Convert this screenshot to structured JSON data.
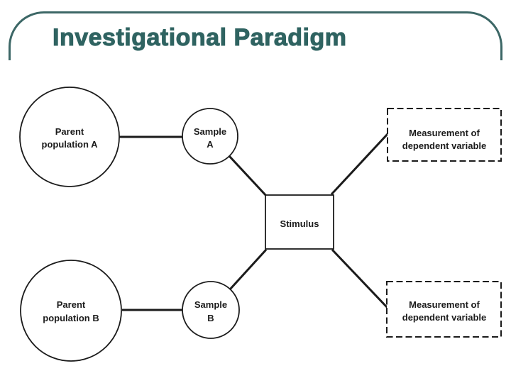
{
  "slide": {
    "title": "Investigational Paradigm"
  },
  "colors": {
    "title_teal": "#2f6361",
    "frame_teal": "#3c6766",
    "diagram_ink": "#1b1b1b",
    "background": "#ffffff"
  },
  "diagram": {
    "parent_a": {
      "line1": "Parent",
      "line2": "population A"
    },
    "sample_a": {
      "line1": "Sample",
      "line2": "A"
    },
    "stimulus": {
      "label": "Stimulus"
    },
    "measurement_a": {
      "line1": "Measurement of",
      "line2": "dependent variable"
    },
    "parent_b": {
      "line1": "Parent",
      "line2": "population B"
    },
    "sample_b": {
      "line1": "Sample",
      "line2": "B"
    },
    "measurement_b": {
      "line1": "Measurement of",
      "line2": "dependent variable"
    }
  }
}
